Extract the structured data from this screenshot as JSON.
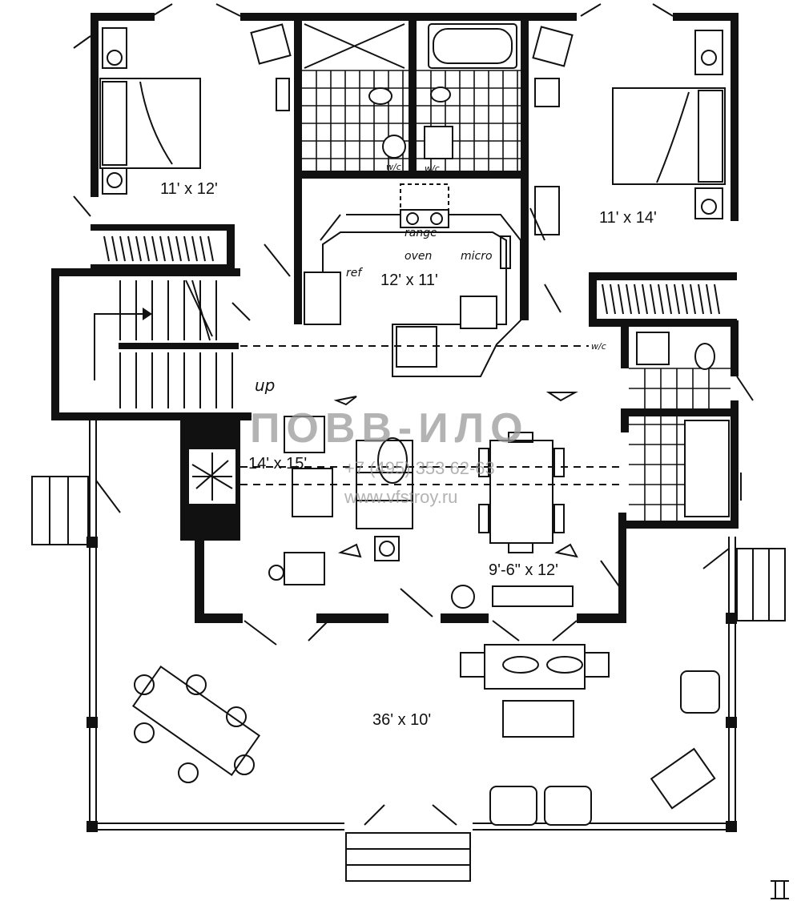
{
  "rooms": {
    "bedroom_left": "11' x 12'",
    "bedroom_right": "11' x 14'",
    "kitchen": "12' x 11'",
    "living": "14' x 15'",
    "dining": "9'-6\" x 12'",
    "porch": "36' x 10'"
  },
  "annotations": {
    "range": "range",
    "oven": "oven",
    "micro": "micro",
    "ref": "ref",
    "stairs_up": "up",
    "wc_left": "w/c",
    "wc_mid": "w/c",
    "wc_right": "w/c"
  },
  "watermark": {
    "logo": "ПОВВ-ИЛО",
    "phone": "+7 (495) 353 62-63",
    "url": "www.vfstroy.ru"
  }
}
